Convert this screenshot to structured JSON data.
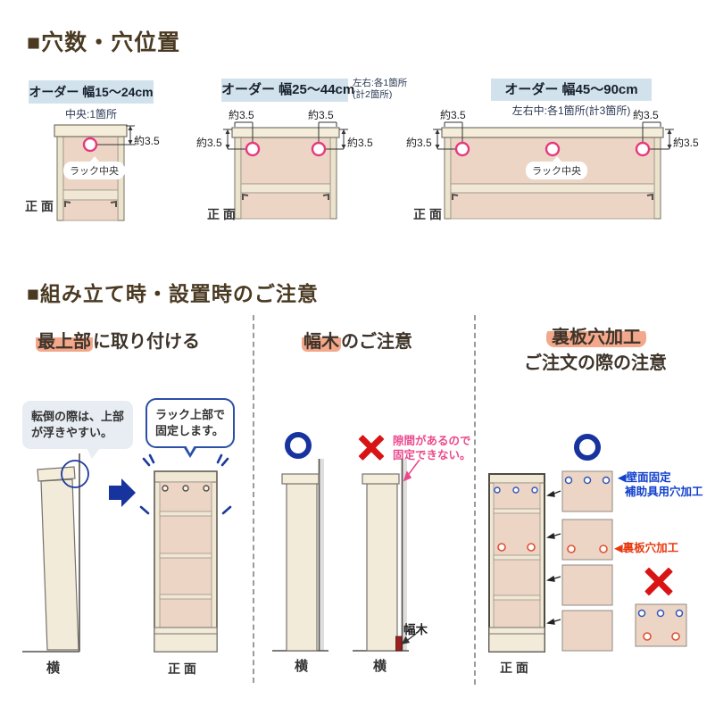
{
  "section_holes": {
    "title": "■穴数・穴位置",
    "dim_label": "約3.5",
    "rack_center_label": "ラック中央",
    "front_label": "正 面",
    "panel1": {
      "header": "オーダー 幅15〜24cm",
      "note": "中央:1箇所"
    },
    "panel2": {
      "header": "オーダー 幅25〜44cm",
      "note_line1": "左右:各1箇所",
      "note_line2": "(計2箇所)"
    },
    "panel3": {
      "header": "オーダー 幅45〜90cm",
      "note": "左右中:各1箇所(計3箇所)"
    }
  },
  "section_assembly": {
    "title": "■組み立て時・設置時のご注意",
    "col1": {
      "heading_hl": "最上部",
      "heading_rest": "に取り付ける",
      "bubble1_line1": "転倒の際は、上部",
      "bubble1_line2": "が浮きやすい。",
      "bubble2_line1": "ラック上部で",
      "bubble2_line2": "固定します。",
      "side_label": "横",
      "front_label": "正 面"
    },
    "col2": {
      "heading_hl": "幅木",
      "heading_rest": "のご注意",
      "warn_line1": "隙間があるので",
      "warn_line2": "固定できない。",
      "baseboard_label": "幅木",
      "side_label": "横"
    },
    "col3": {
      "heading_line1": "裏板穴加工",
      "heading_line2": "ご注文の際の注意",
      "wall_fix_line1": "◀壁面固定",
      "wall_fix_line2": "補助具用穴加工",
      "back_hole_label": "◀裏板穴加工",
      "front_label": "正 面"
    }
  },
  "colors": {
    "accent_highlight": "#f3a88c",
    "band_blue": "#d2e2ec",
    "hole_pink": "#e5397e",
    "ok_blue": "#16339e",
    "ng_red": "#d81414",
    "wood_beige": "#f2ebd9",
    "panel_pink": "#ecd5c5",
    "baseboard_red": "#9e1f1f"
  }
}
